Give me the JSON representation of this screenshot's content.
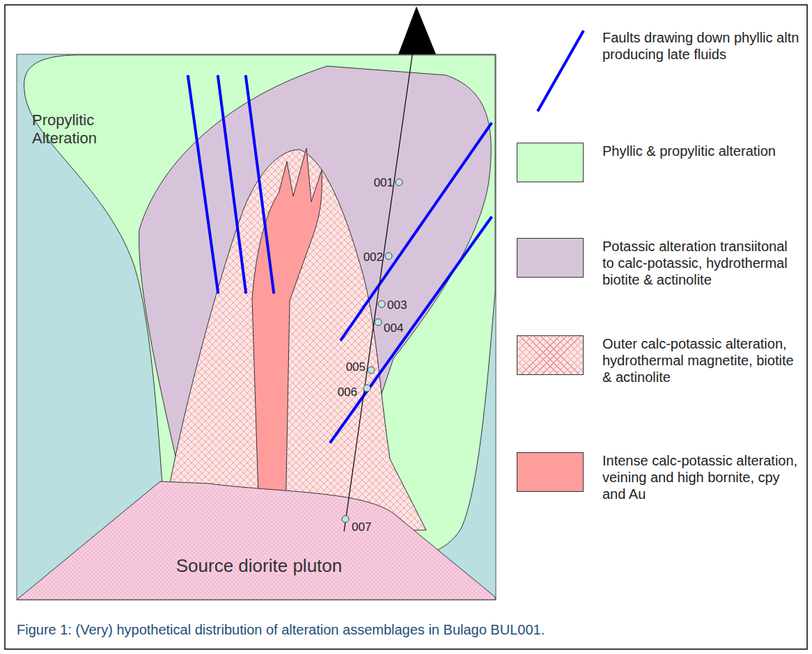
{
  "diagram": {
    "caption": "Figure 1: (Very) hypothetical distribution of alteration assemblages in Bulago BUL001.",
    "nodes": [
      {
        "text": [
          "Propylitic Alteration"
        ]
      },
      {
        "text": [
          "Source diorite pluton"
        ]
      }
    ],
    "labels": [
      "001",
      "002",
      "003",
      "004",
      "005",
      "006",
      "007"
    ],
    "legend": [
      {
        "text": "Faults drawing down phyllic altn producing late fluids"
      },
      {
        "text": "Phyllic & propylitic alteration",
        "color": "#ccffcc"
      },
      {
        "text": "Potassic alteration transiitonal to calc-potassic, hydrothermal biotite & actinolite",
        "color": "#d8c4da"
      },
      {
        "text": "Outer calc-potassic alteration, hydrothermal magnetite, biotite & actinolite",
        "color": "#fde4e4"
      },
      {
        "text": "Intense calc-potassic alteration, veining and high bornite, cpy and Au",
        "color": "#ff9d9d"
      }
    ]
  }
}
